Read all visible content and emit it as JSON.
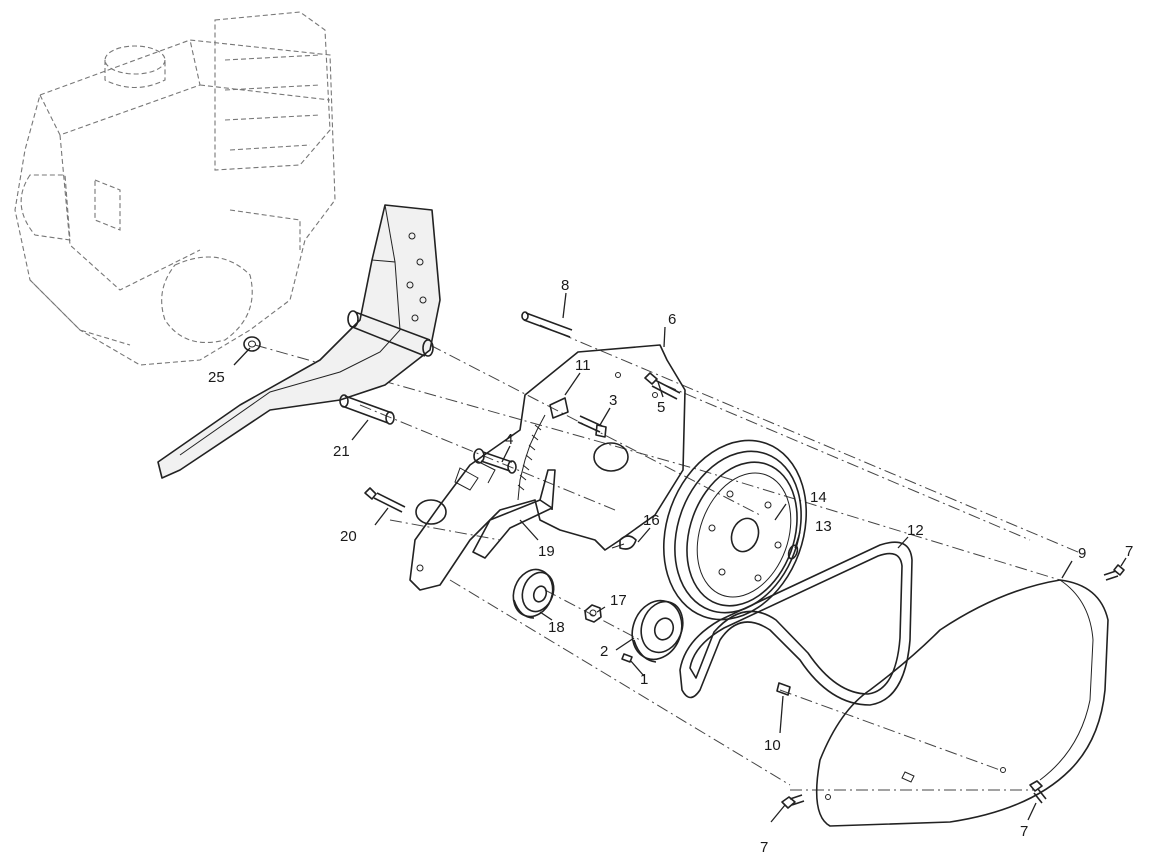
{
  "diagram": {
    "callouts": [
      {
        "id": "c1",
        "text": "1"
      },
      {
        "id": "c2",
        "text": "2"
      },
      {
        "id": "c3",
        "text": "3"
      },
      {
        "id": "c4",
        "text": "4"
      },
      {
        "id": "c5",
        "text": "5"
      },
      {
        "id": "c6",
        "text": "6"
      },
      {
        "id": "c7a",
        "text": "7"
      },
      {
        "id": "c7b",
        "text": "7"
      },
      {
        "id": "c7c",
        "text": "7"
      },
      {
        "id": "c8",
        "text": "8"
      },
      {
        "id": "c9",
        "text": "9"
      },
      {
        "id": "c10",
        "text": "10"
      },
      {
        "id": "c11",
        "text": "11"
      },
      {
        "id": "c12",
        "text": "12"
      },
      {
        "id": "c13",
        "text": "13"
      },
      {
        "id": "c14",
        "text": "14"
      },
      {
        "id": "c16",
        "text": "16"
      },
      {
        "id": "c17",
        "text": "17"
      },
      {
        "id": "c18",
        "text": "18"
      },
      {
        "id": "c19",
        "text": "19"
      },
      {
        "id": "c20",
        "text": "20"
      },
      {
        "id": "c21",
        "text": "21"
      },
      {
        "id": "c25",
        "text": "25"
      }
    ]
  }
}
